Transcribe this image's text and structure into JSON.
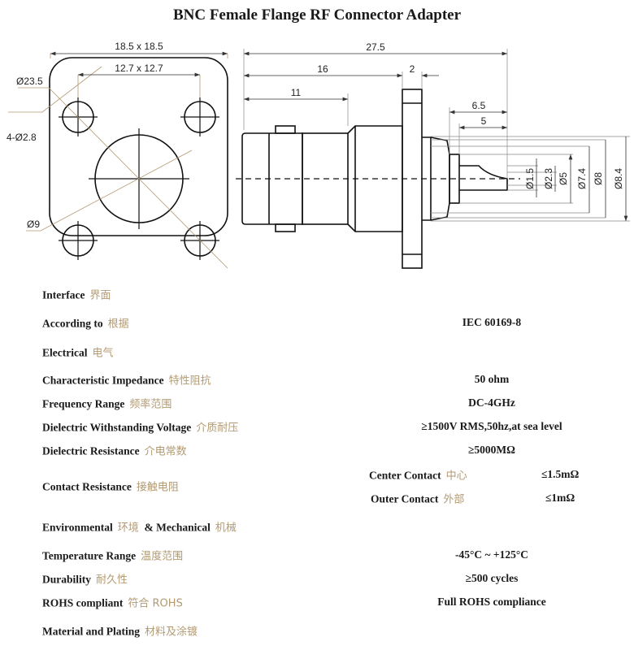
{
  "title": "BNC Female Flange RF Connector Adapter",
  "drawing": {
    "front_dims": [
      "18.5 x 18.5",
      "12.7 x 12.7",
      "Ø23.5",
      "4-Ø2.8",
      "Ø9"
    ],
    "side_dims": [
      "27.5",
      "16",
      "2",
      "11",
      "6.5",
      "5",
      "Ø1.5",
      "Ø2.3",
      "Ø5",
      "Ø7.4",
      "Ø8",
      "Ø8.4"
    ]
  },
  "specs": {
    "interface": {
      "label": "Interface",
      "cn": "界面"
    },
    "according": {
      "label": "According to",
      "cn": "根据",
      "value": "IEC 60169-8"
    },
    "electrical": {
      "label": "Electrical",
      "cn": "电气"
    },
    "impedance": {
      "label": "Characteristic Impedance",
      "cn": "特性阻抗",
      "value": "50 ohm"
    },
    "frequency": {
      "label": "Frequency Range",
      "cn": "频率范围",
      "value": "DC-4GHz"
    },
    "dwv": {
      "label": "Dielectric Withstanding Voltage",
      "cn": "介质耐压",
      "value": "≥1500V RMS,50hz,at sea level"
    },
    "dielectric_res": {
      "label": "Dielectric Resistance",
      "cn": "介电常数",
      "value": "≥5000MΩ"
    },
    "contact_res": {
      "label": "Contact Resistance",
      "cn": "接触电阻",
      "center": {
        "label": "Center Contact",
        "cn": "中心",
        "value": "≤1.5mΩ"
      },
      "outer": {
        "label": "Outer Contact",
        "cn": "外部",
        "value": "≤1mΩ"
      }
    },
    "environmental": {
      "label": "Environmental",
      "cn": "环境",
      "label2": "& Mechanical",
      "cn2": "机械"
    },
    "temperature": {
      "label": "Temperature Range",
      "cn": "温度范围",
      "value": "-45°C ~ +125°C"
    },
    "durability": {
      "label": "Durability",
      "cn": "耐久性",
      "value": "≥500 cycles"
    },
    "rohs": {
      "label": "ROHS compliant",
      "cn": "符合 ROHS",
      "value": "Full ROHS compliance"
    },
    "material": {
      "label": "Material and Plating",
      "cn": "材料及涂镀"
    }
  }
}
